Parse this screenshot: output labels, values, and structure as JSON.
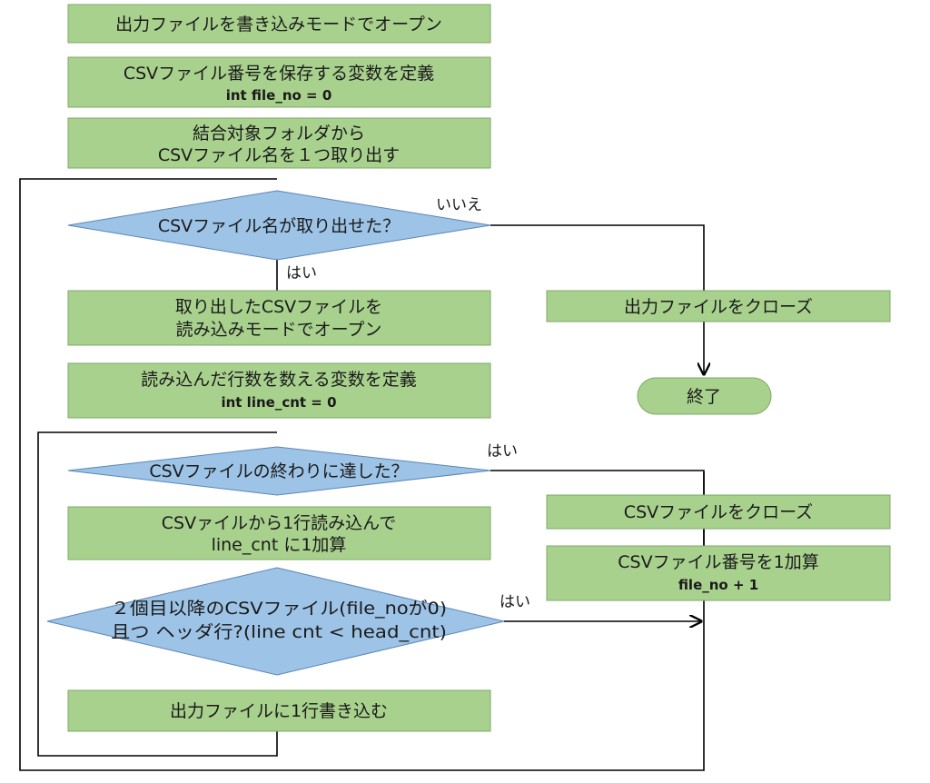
{
  "colors": {
    "process_fill": "#a9d18e",
    "process_border": "#7fa868",
    "decision_fill": "#9dc3e6",
    "decision_border": "#5b86b8",
    "line": "#000000"
  },
  "steps": {
    "open_output": {
      "line1": "出力ファイルを書き込みモードでオープン"
    },
    "define_file_no": {
      "line1": "CSVファイル番号を保存する変数を定義",
      "line2": "int file_no = 0"
    },
    "take_csv_name": {
      "line1": "結合対象フォルダから",
      "line2": "CSVファイル名を１つ取り出す"
    },
    "decision_name_taken": {
      "line1": "CSVファイル名が取り出せた？"
    },
    "open_csv_read": {
      "line1": "取り出したCSVファイルを",
      "line2": "読み込みモードでオープン"
    },
    "define_line_cnt": {
      "line1": "読み込んだ行数を数える変数を定義",
      "line2": "int line_cnt = 0"
    },
    "decision_eof": {
      "line1": "CSVファイルの終わりに達した？"
    },
    "read_line": {
      "line1": "CSVァイルから1行読み込んで",
      "line2": "line_cnt に1加算"
    },
    "decision_header": {
      "line1": "２個目以降のCSVファイル(file_noが0)",
      "line2": "且つ ヘッダ行?(line cnt < head_cnt)"
    },
    "write_line": {
      "line1": "出力ファイルに1行書き込む"
    },
    "close_output": {
      "line1": "出力ファイルをクローズ"
    },
    "end": {
      "line1": "終了"
    },
    "close_csv": {
      "line1": "CSVファイルをクローズ"
    },
    "increment_file_no": {
      "line1": "CSVファイル番号を1加算",
      "line2": "file_no + 1"
    }
  },
  "edge_labels": {
    "name_no": "いいえ",
    "name_yes": "はい",
    "eof_yes": "はい",
    "header_yes": "はい"
  }
}
